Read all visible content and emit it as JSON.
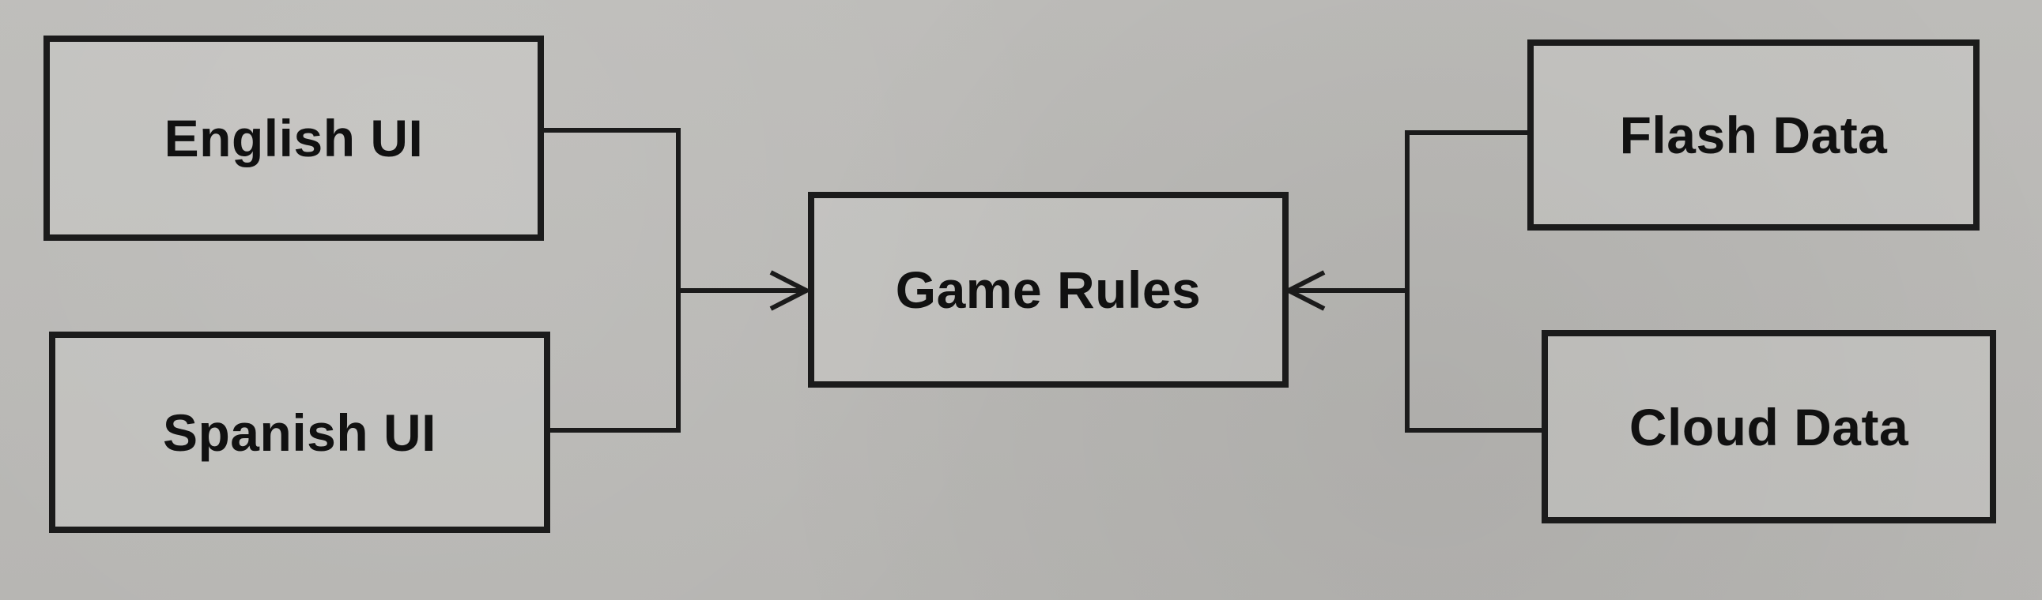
{
  "diagram": {
    "left_boxes": [
      {
        "label": "English UI"
      },
      {
        "label": "Spanish UI"
      }
    ],
    "center_box": {
      "label": "Game Rules"
    },
    "right_boxes": [
      {
        "label": "Flash Data"
      },
      {
        "label": "Cloud Data"
      }
    ]
  }
}
